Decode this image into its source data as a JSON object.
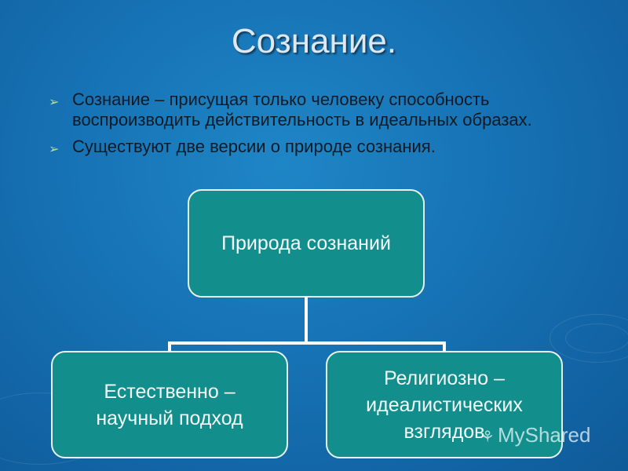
{
  "slide": {
    "title": "Сознание.",
    "bullets": [
      "Сознание – присущая только человеку способность воспроизводить действительность в идеальных образах.",
      "Существуют две версии о природе сознания."
    ]
  },
  "diagram": {
    "root": "Природа сознаний",
    "children": [
      "Естественно – научный подход",
      "Религиозно – идеалистических взглядов"
    ]
  },
  "watermark": "MyShared",
  "colors": {
    "background": "#1672b4",
    "box_fill": "#128e8c",
    "box_border": "#e9f4f4",
    "bullet_arrow": "#b6dd9c"
  }
}
